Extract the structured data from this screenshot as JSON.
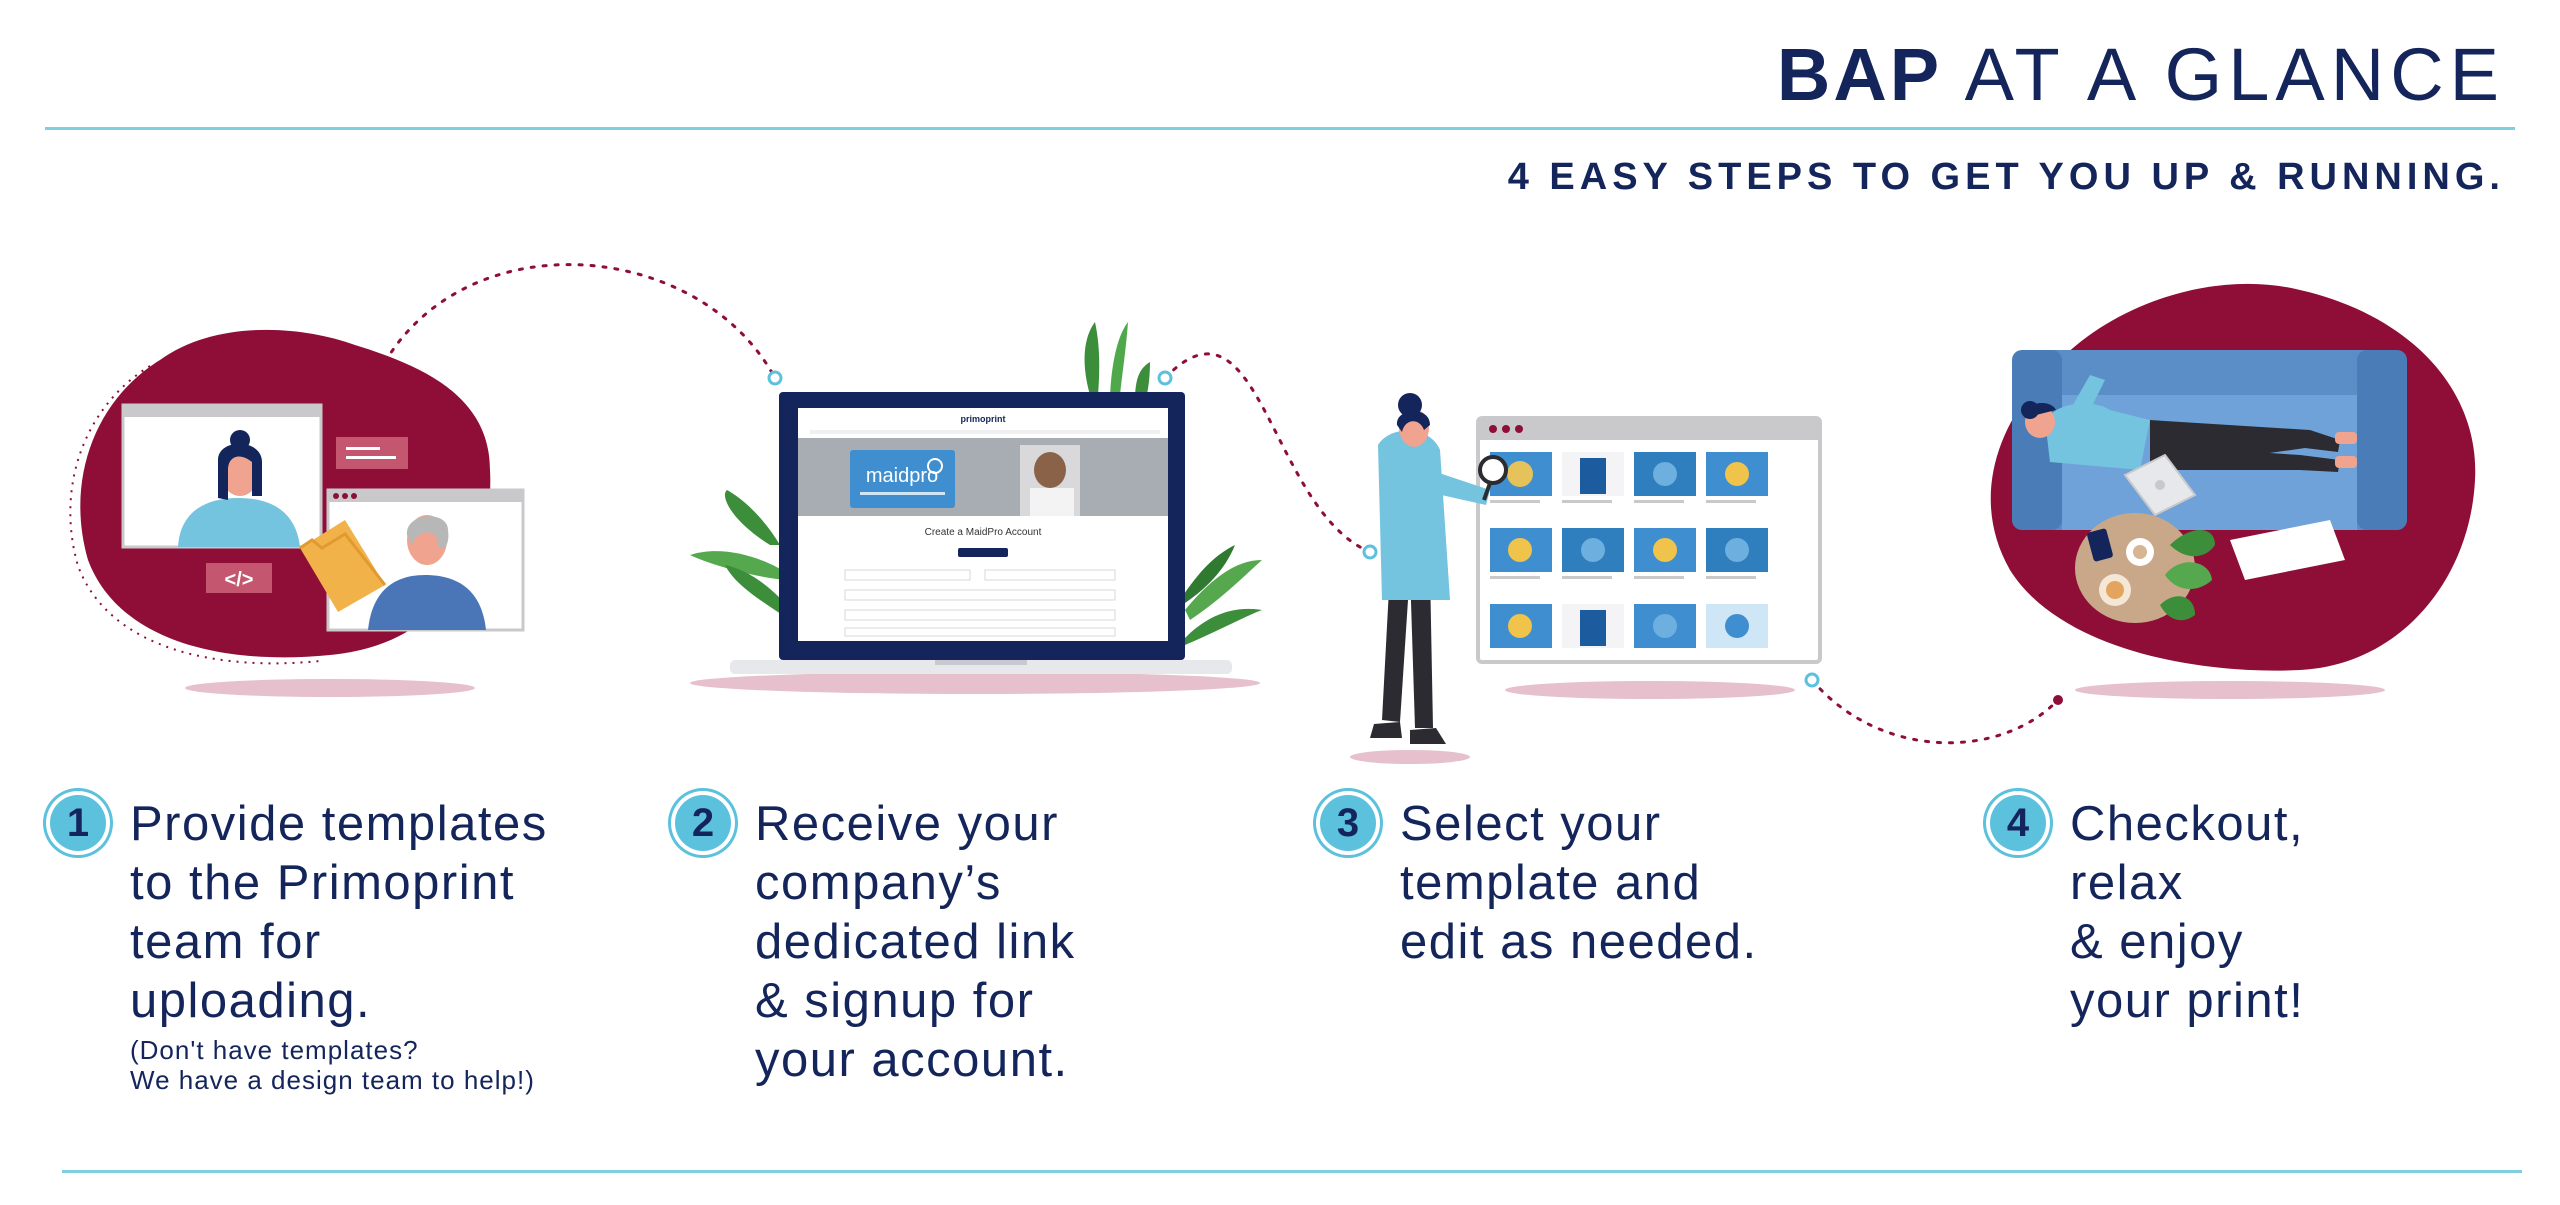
{
  "header": {
    "title_bold": "BAP",
    "title_rest": "AT A GLANCE",
    "subtitle": "4 EASY STEPS TO GET YOU UP & RUNNING."
  },
  "steps": [
    {
      "number": "1",
      "lines": [
        "Provide templates",
        "to the Primoprint",
        "team for",
        "uploading."
      ],
      "note": [
        "(Don't have templates?",
        "We have a design team to help!)"
      ]
    },
    {
      "number": "2",
      "lines": [
        "Receive your",
        "company’s",
        "dedicated link",
        "& signup for",
        "your account."
      ]
    },
    {
      "number": "3",
      "lines": [
        "Select your",
        "template and",
        "edit as needed."
      ]
    },
    {
      "number": "4",
      "lines": [
        "Checkout,",
        "relax",
        "& enjoy",
        "your print!"
      ]
    }
  ],
  "illustrations": {
    "step1": {
      "code_tag": "</>"
    },
    "step2": {
      "logo": "maidpro",
      "brand": "primoprint",
      "signup_heading": "Create a MaidPro Account"
    }
  },
  "colors": {
    "navy": "#13255a",
    "accent_cyan": "#7ed0e0",
    "badge": "#5cc1dd",
    "maroon": "#8e0e37"
  }
}
